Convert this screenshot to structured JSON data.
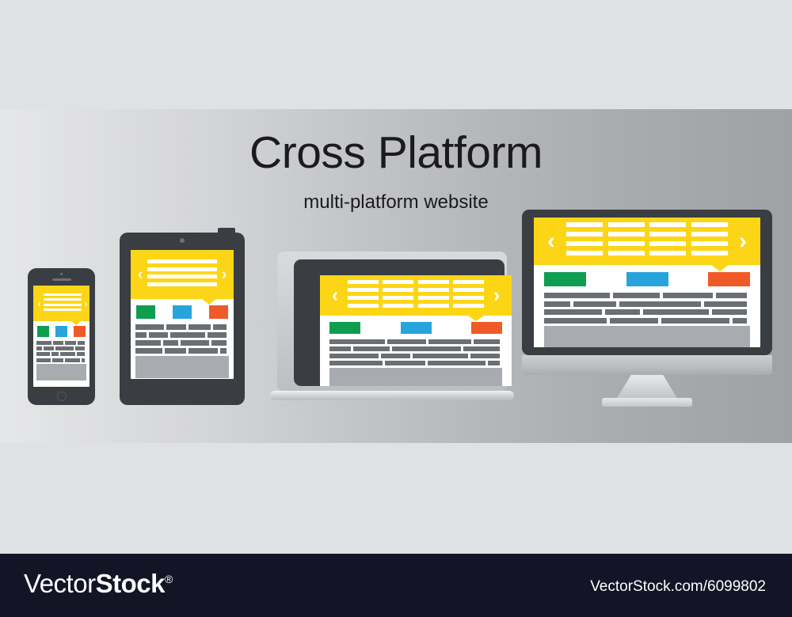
{
  "headline": {
    "title": "Cross Platform",
    "subtitle": "multi-platform website"
  },
  "watermark": {
    "brand_light": "Vector",
    "brand_bold": "Stock",
    "registered": "®",
    "url": "VectorStock.com/6099802"
  },
  "page_mock": {
    "nav_prev_icon": "chevron-left-icon",
    "nav_next_icon": "chevron-right-icon",
    "nav_prev_glyph": "‹",
    "nav_next_glyph": "›",
    "nav_columns": 4,
    "nav_rows": 4,
    "tiles": [
      {
        "name": "green-tile",
        "color": "#0f9d50"
      },
      {
        "name": "blue-tile",
        "color": "#29a3dc"
      },
      {
        "name": "orange-tile",
        "color": "#f05a28"
      }
    ],
    "text_rows": [
      [
        34,
        24,
        26,
        16
      ],
      [
        12,
        20,
        38,
        20
      ],
      [
        30,
        18,
        34,
        18
      ],
      [
        26,
        20,
        28,
        6
      ]
    ]
  },
  "devices": [
    {
      "id": "phone",
      "label": "smartphone"
    },
    {
      "id": "tablet",
      "label": "tablet"
    },
    {
      "id": "laptop",
      "label": "laptop"
    },
    {
      "id": "monitor",
      "label": "desktop-monitor"
    }
  ],
  "colors": {
    "header_yellow": "#fcd616",
    "device_dark": "#3a3d42",
    "device_silver": "#bcbec2",
    "text_gray": "#6b6e73",
    "block_gray": "#a8abb0",
    "background": "#e0e1e3",
    "watermark_bg": "#131527"
  }
}
